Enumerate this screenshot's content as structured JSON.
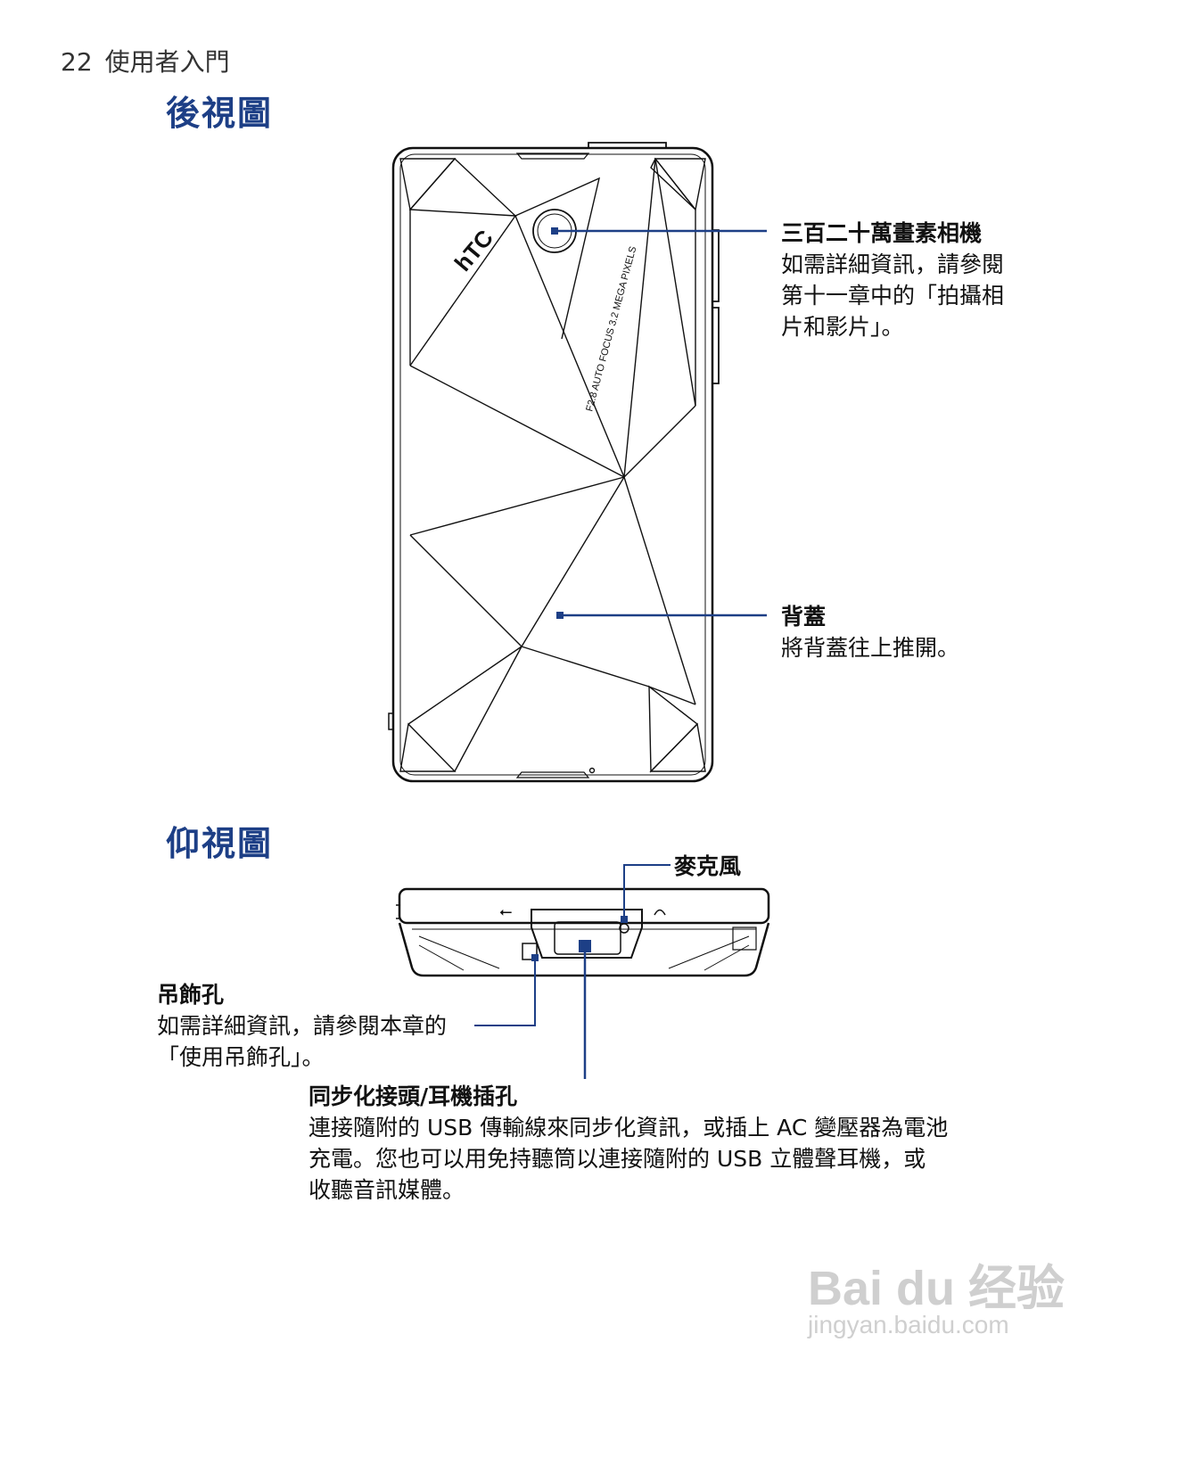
{
  "header": {
    "page_number": "22",
    "chapter": "使用者入門"
  },
  "sections": {
    "back_view": {
      "title": "後視圖"
    },
    "bottom_view": {
      "title": "仰視圖"
    }
  },
  "phone_back": {
    "brand": "hTC",
    "camera_spec": "F2.8 AUTO FOCUS 3.2 MEGA PIXELS"
  },
  "callouts": {
    "camera": {
      "title": "三百二十萬畫素相機",
      "lines": [
        "如需詳細資訊，請參閱",
        "第十一章中的「拍攝相",
        "片和影片」。"
      ]
    },
    "back_cover": {
      "title": "背蓋",
      "lines": [
        "將背蓋往上推開。"
      ]
    },
    "microphone": {
      "title": "麥克風"
    },
    "strap_hole": {
      "title": "吊飾孔",
      "lines": [
        "如需詳細資訊，請參閱本章的",
        "「使用吊飾孔」。"
      ]
    },
    "sync_connector": {
      "title": "同步化接頭/耳機插孔",
      "lines": [
        "連接隨附的 USB 傳輸線來同步化資訊，或插上 AC 變壓器為電池",
        "充電。您也可以用免持聽筒以連接隨附的 USB 立體聲耳機，或",
        "收聽音訊媒體。"
      ]
    }
  },
  "watermark": {
    "logo": "Bai du 经验",
    "url": "jingyan.baidu.com"
  },
  "colors": {
    "accent": "#1d3f86",
    "line": "#111111"
  }
}
